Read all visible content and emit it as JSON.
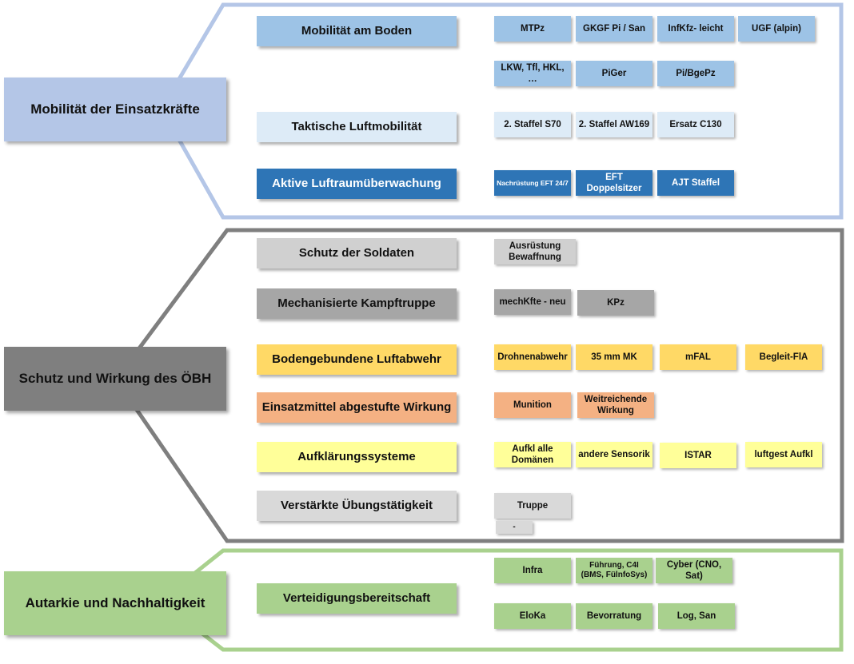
{
  "colors": {
    "frame_blue": "#b4c6e7",
    "frame_gray": "#7f7f7f",
    "frame_green": "#a9d18e",
    "light_blue": "#9dc3e6",
    "pale_blue": "#ddebf7",
    "dark_blue": "#2e75b6",
    "light_gray": "#d0d0d0",
    "gray": "#a6a6a6",
    "yellow": "#ffd966",
    "orange": "#f4b183",
    "pale_yellow": "#ffff99",
    "green": "#a9d18e"
  },
  "sections": {
    "mobility": {
      "title": "Mobilität der Einsatzkräfte",
      "rows": {
        "ground": {
          "label": "Mobilität am Boden",
          "items": [
            "MTPz",
            "GKGF Pi / San",
            "InfKfz- leicht",
            "UGF (alpin)"
          ],
          "items2": [
            "LKW, Tfl, HKL, …",
            "PiGer",
            "Pi/BgePz"
          ]
        },
        "tactical": {
          "label": "Taktische Luftmobilität",
          "items": [
            "2. Staffel S70",
            "2. Staffel AW169",
            "Ersatz C130"
          ]
        },
        "airspace": {
          "label": "Aktive Luftraumüberwachung",
          "items": [
            "Nachrüstung EFT 24/7",
            "EFT Doppelsitzer",
            "AJT Staffel"
          ]
        }
      }
    },
    "protection": {
      "title": "Schutz und Wirkung des ÖBH",
      "rows": {
        "soldiers": {
          "label": "Schutz der Soldaten",
          "items": [
            "Ausrüstung Bewaffnung"
          ]
        },
        "mech": {
          "label": "Mechanisierte Kampftruppe",
          "items": [
            "mechKfte - neu",
            "KPz"
          ]
        },
        "airdefense": {
          "label": "Bodengebundene Luftabwehr",
          "items": [
            "Drohnenabwehr",
            "35 mm MK",
            "mFAL",
            "Begleit-FlA"
          ]
        },
        "effects": {
          "label": "Einsatzmittel abgestufte Wirkung",
          "items": [
            "Munition",
            "Weitreichende Wirkung"
          ]
        },
        "recon": {
          "label": "Aufklärungssysteme",
          "items": [
            "Aufkl alle Domänen",
            "andere Sensorik",
            "ISTAR",
            "luftgest Aufkl"
          ]
        },
        "training": {
          "label": "Verstärkte Übungstätigkeit",
          "items": [
            "Truppe",
            "-"
          ]
        }
      }
    },
    "autarky": {
      "title": "Autarkie und Nachhaltigkeit",
      "rows": {
        "readiness": {
          "label": "Verteidigungsbereitschaft",
          "items": [
            "Infra",
            "Führung, C4I (BMS, FülnfoSys)",
            "Cyber (CNO, Sat)",
            "EloKa",
            "Bevorratung",
            "Log, San"
          ]
        }
      }
    }
  }
}
